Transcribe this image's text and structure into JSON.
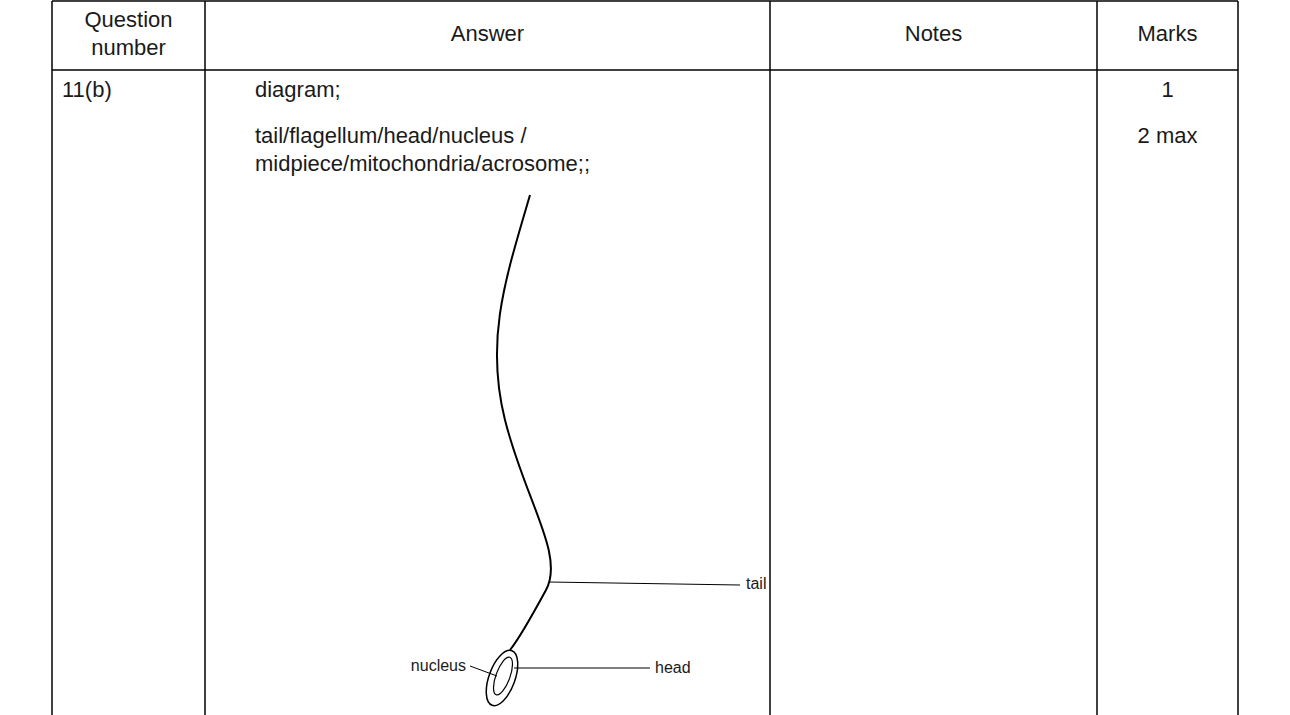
{
  "diagram": {
    "labels": [
      "Question number",
      "Answer",
      "Notes",
      "Marks",
      "11(b)",
      "diagram;",
      "tail/flagellum/head/nucleus / midpiece/mitochondria/acrosome;;",
      "1",
      "2 max",
      "tail",
      "nucleus",
      "head"
    ]
  }
}
